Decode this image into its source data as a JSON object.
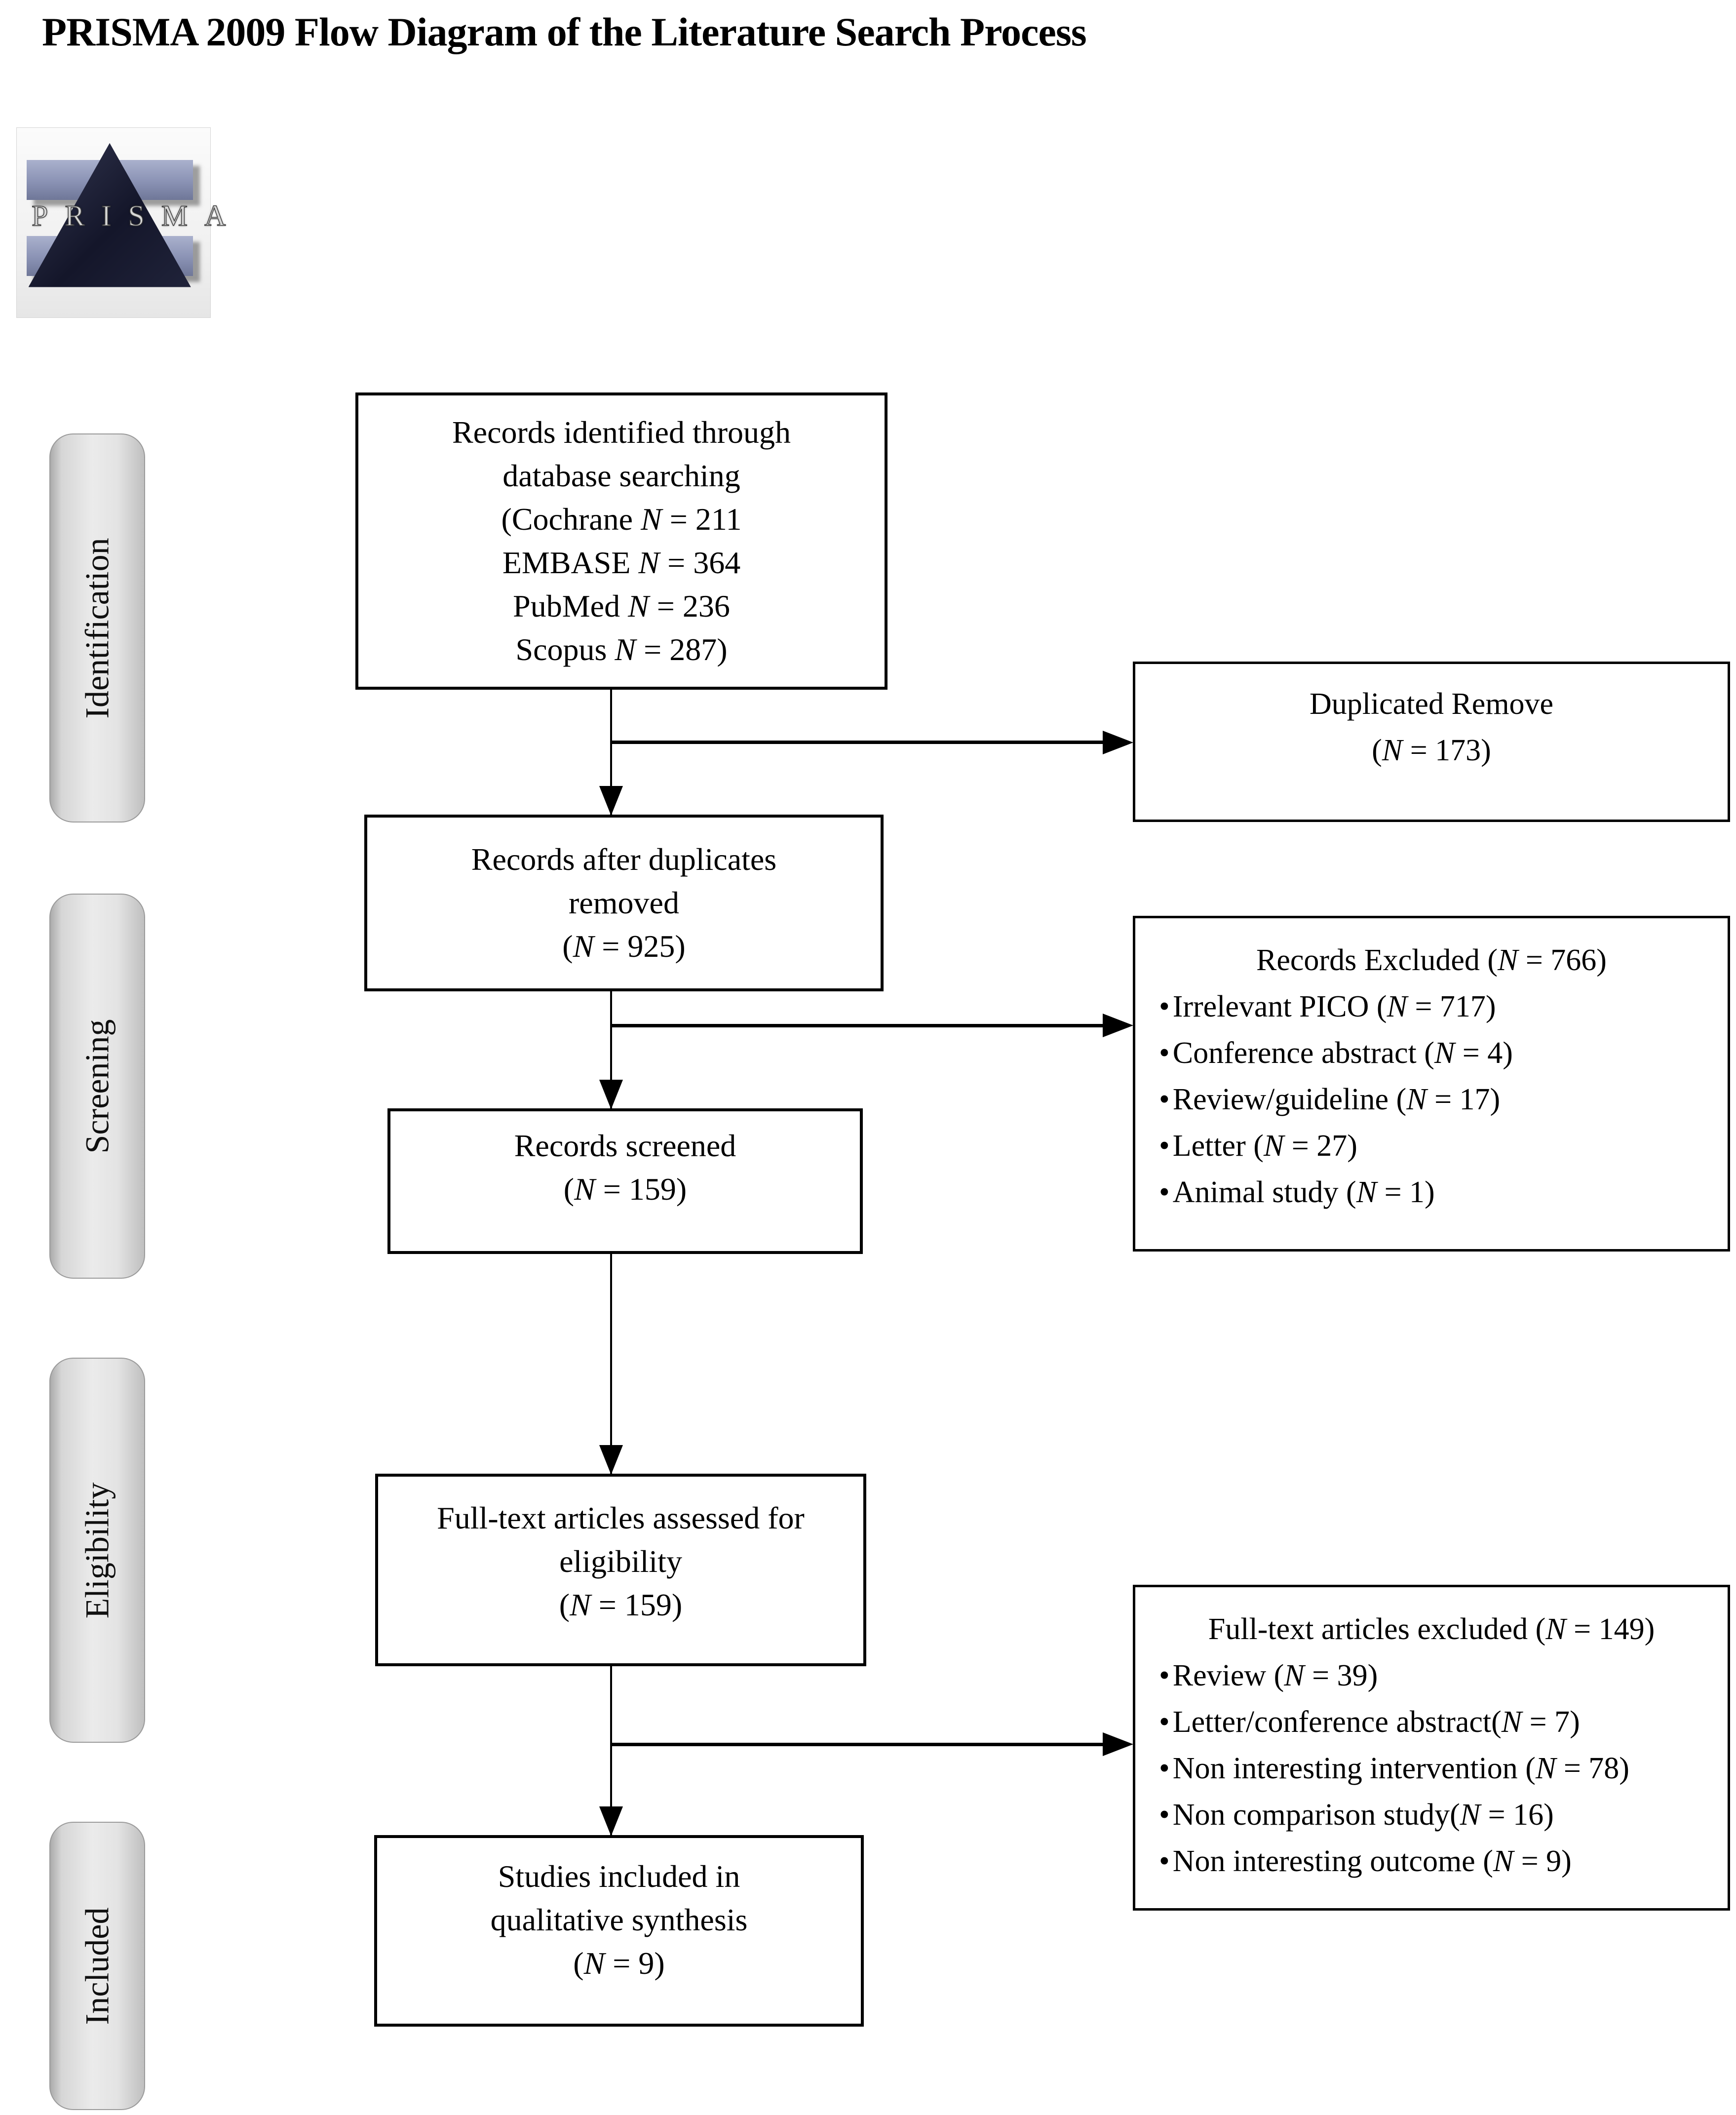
{
  "title": "PRISMA 2009 Flow Diagram of the Literature Search Process",
  "logo": {
    "text": "PRISMA"
  },
  "sidebar": {
    "stages": [
      {
        "label": "Identification"
      },
      {
        "label": "Screening"
      },
      {
        "label": "Eligibility"
      },
      {
        "label": "Included"
      }
    ]
  },
  "flow": {
    "identified": {
      "lines": [
        "Records identified through",
        "database searching",
        "(Cochrane N = 211",
        "EMBASE N = 364",
        "PubMed N = 236",
        "Scopus N = 287)"
      ]
    },
    "after_duplicates": {
      "lines": [
        "Records after duplicates",
        "removed",
        "(N = 925)"
      ]
    },
    "screened": {
      "lines": [
        "Records screened",
        "(N = 159)"
      ]
    },
    "fulltext_assessed": {
      "lines": [
        "Full-text articles assessed for",
        "eligibility",
        "(N = 159)"
      ]
    },
    "included": {
      "lines": [
        "Studies included in",
        "qualitative synthesis",
        "(N = 9)"
      ]
    }
  },
  "exclusions": {
    "bullet": "•",
    "duplicated_removed": {
      "lines": [
        "Duplicated Remove",
        "(N = 173)"
      ]
    },
    "records_excluded": {
      "header": "Records Excluded (N = 766)",
      "items": [
        "Irrelevant PICO (N = 717)",
        "Conference abstract (N = 4)",
        "Review/guideline (N = 17)",
        "Letter (N = 27)",
        "Animal study (N = 1)"
      ]
    },
    "fulltext_excluded": {
      "header": "Full-text articles excluded (N = 149)",
      "items": [
        "Review (N = 39)",
        "Letter/conference abstract(N = 7)",
        "Non interesting intervention (N = 78)",
        "Non comparison study(N = 16)",
        "Non interesting outcome (N = 9)"
      ]
    }
  },
  "colors": {
    "text": "#000000",
    "box_border": "#000000",
    "stage_fill": "#dedede",
    "stage_border": "#9a9a9a",
    "logo_bar": "#8a92b4",
    "logo_triangle": "#1a1d30"
  }
}
